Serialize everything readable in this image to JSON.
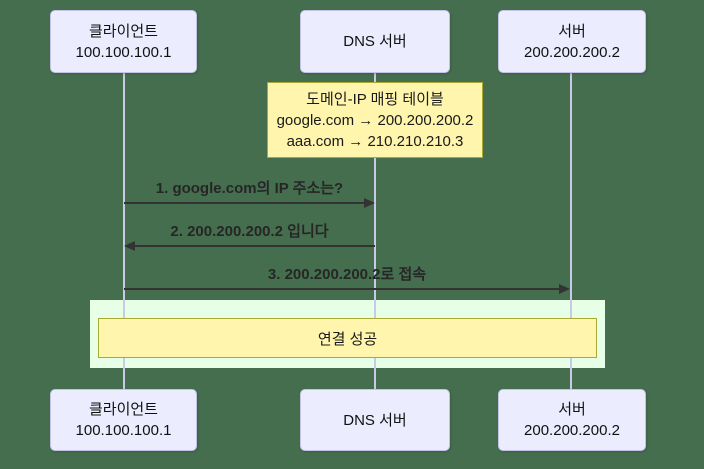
{
  "diagram": {
    "type": "sequence-diagram",
    "colors": {
      "background": "#456E4F",
      "actor_fill": "#ECECFF",
      "actor_border": "#C3C3E6",
      "lifeline": "#C9C9E8",
      "note_fill": "#FFF5AD",
      "note_border": "#AAAA33",
      "highlight_rect": "#E6FFE6",
      "arrow": "#333333"
    },
    "actors": [
      {
        "label": "클라이언트",
        "sub": "100.100.100.1"
      },
      {
        "label": "DNS 서버",
        "sub": ""
      },
      {
        "label": "서버",
        "sub": "200.200.200.2"
      }
    ],
    "note_mapping": {
      "title": "도메인-IP 매핑 테이블",
      "row1": "google.com → 200.200.200.2",
      "row2": "aaa.com → 210.210.210.3"
    },
    "messages": [
      {
        "label": "1. google.com의 IP 주소는?",
        "from": "클라이언트",
        "to": "DNS 서버"
      },
      {
        "label": "2. 200.200.200.2 입니다",
        "from": "DNS 서버",
        "to": "클라이언트"
      },
      {
        "label": "3. 200.200.200.2로 접속",
        "from": "클라이언트",
        "to": "서버"
      }
    ],
    "success_note": {
      "label": "연결 성공"
    }
  }
}
